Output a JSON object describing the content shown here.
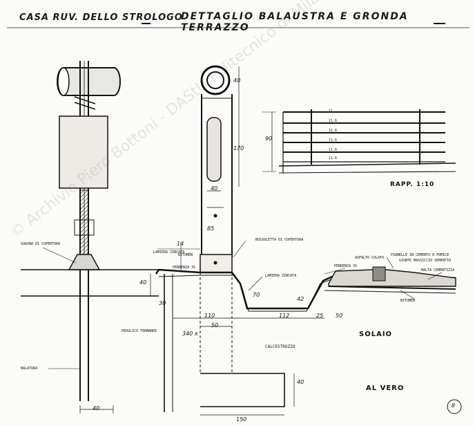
{
  "header": {
    "left_title": "CASA RUV. DELLO STROLOGO",
    "right_title": "DETTAGLIO  BALAUSTRA  E  GRONDA  TERRAZZO"
  },
  "labels": {
    "guaina": "GUAINA DI COPERTURA",
    "lamiera_zincata_1": "LAMIERA ZINCATA",
    "bitumen_1": "BITUMEN",
    "pendenza_1": "PENDENZA 3%",
    "pedulico": "PEDULICO TERMANDE",
    "bussola": "BUSSOLETTA DI COPERTURA",
    "lamiera_zincata_2": "LAMIERA ZINCATA",
    "asfalto": "ASFALTO COLATO",
    "pendenza_2": "PENDENZA 3%",
    "pianelle": "PIANELLE IN CEMENTO E POMICE",
    "pianelle_sub": "GIUNTE MASSICCIO SEMENTIO",
    "bitumen_2": "BITUMEN",
    "malta": "MALTA CEMENTIZIA",
    "balatura": "BALATURA",
    "calcestruzzo": "CALCESTRUZZO",
    "solaio": "SOLAIO",
    "al_vero": "AL VERO",
    "rapp": "RAPP. 1:10",
    "sheet_no": "8"
  },
  "dimensions": {
    "d40_top": "40",
    "d170": "170",
    "d40_small": "40",
    "d85": "85",
    "d40_side": "40",
    "d30": "30",
    "d110": "110",
    "d50_a": "50",
    "d340": "340 x",
    "d70": "70",
    "d42": "42",
    "d112": "112",
    "d25": "25",
    "d50_b": "50",
    "d40_bottom": "40",
    "d150": "150",
    "d40_left": "40",
    "d90": "90",
    "d14": "14",
    "rail_dims": [
      "11",
      "11.6",
      "11.6",
      "11.6",
      "11.6",
      "11.6"
    ]
  },
  "watermark": "© Archivio Piero Bottoni - DAStU Politecnico di Milano"
}
